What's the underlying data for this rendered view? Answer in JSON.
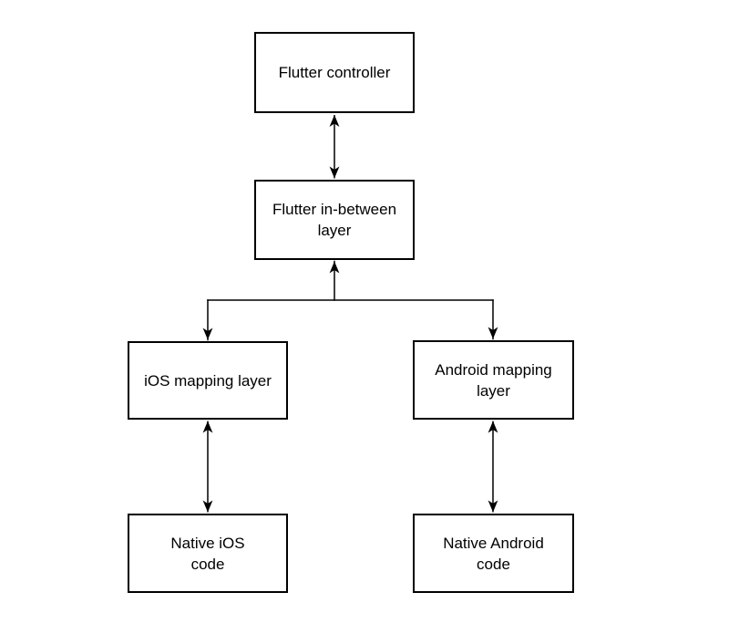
{
  "diagram": {
    "type": "flowchart",
    "colors": {
      "stroke": "#000000",
      "text": "#000000",
      "node_fill": "#ffffff",
      "background": "#ffffff"
    },
    "nodes": [
      {
        "id": "flutter-controller",
        "label": "Flutter controller"
      },
      {
        "id": "flutter-in-between-layer",
        "label": "Flutter in-between\nlayer"
      },
      {
        "id": "ios-mapping-layer",
        "label": "iOS mapping layer"
      },
      {
        "id": "android-mapping-layer",
        "label": "Android mapping\nlayer"
      },
      {
        "id": "native-ios-code",
        "label": "Native iOS\ncode"
      },
      {
        "id": "native-android-code",
        "label": "Native Android\ncode"
      }
    ],
    "edges": [
      {
        "from": "flutter-controller",
        "to": "flutter-in-between-layer",
        "direction": "bidirectional"
      },
      {
        "from": "flutter-in-between-layer",
        "to": "ios-mapping-layer",
        "direction": "bidirectional-branch"
      },
      {
        "from": "flutter-in-between-layer",
        "to": "android-mapping-layer",
        "direction": "bidirectional-branch"
      },
      {
        "from": "ios-mapping-layer",
        "to": "native-ios-code",
        "direction": "bidirectional"
      },
      {
        "from": "android-mapping-layer",
        "to": "native-android-code",
        "direction": "bidirectional"
      }
    ]
  }
}
